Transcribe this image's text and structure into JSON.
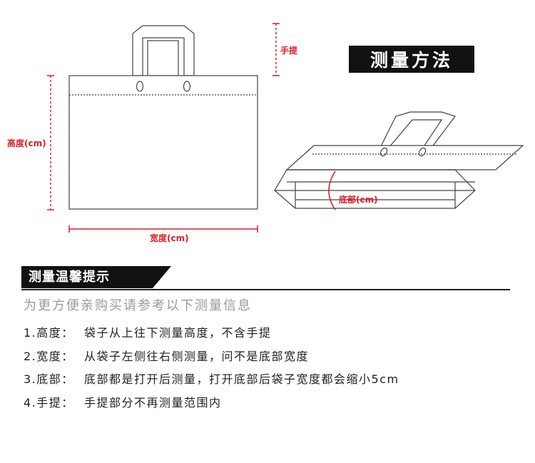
{
  "diagram": {
    "label_handle": "手提",
    "label_height": "高度(cm)",
    "label_width": "宽度(cm)",
    "label_bottom": "底部(cm)",
    "title": "测量方法",
    "accent_color": "#d9202a"
  },
  "tips": {
    "header": "测量温馨提示",
    "intro": "为更方便亲购买请参考以下测量信息",
    "items": [
      {
        "label": "1.高度：",
        "text": "袋子从上往下测量高度，不含手提"
      },
      {
        "label": "2.宽度：",
        "text": "从袋子左侧往右侧测量，问不是底部宽度"
      },
      {
        "label": "3.底部：",
        "text": "底部都是打开后测量，打开底部后袋子宽度都会缩小5cm"
      },
      {
        "label": "4.手提：",
        "text": "手提部分不再测量范围内"
      }
    ]
  }
}
